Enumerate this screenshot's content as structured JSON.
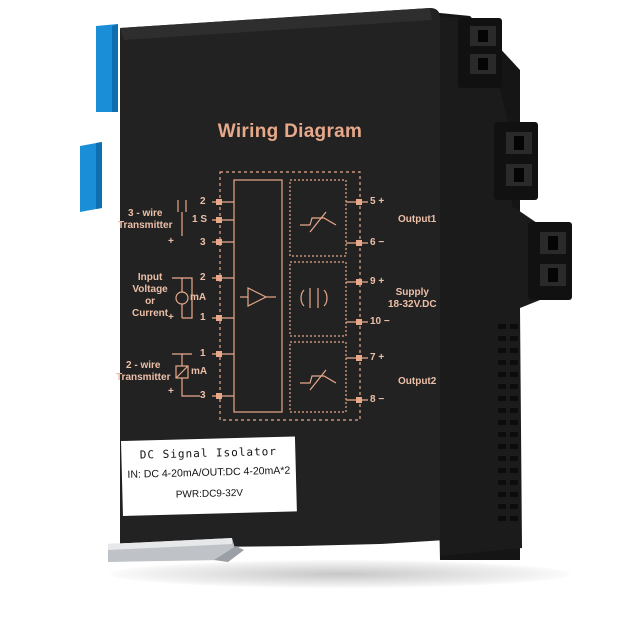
{
  "diagram_title": "Wiring Diagram",
  "left_groups": {
    "three_wire": {
      "line1": "3 - wire",
      "line2": "Transmitter",
      "pins": [
        "2",
        "1 S",
        "3"
      ],
      "sign": "+"
    },
    "input": {
      "line1": "Input",
      "line2": "Voltage",
      "line3": "or",
      "line4": "Current",
      "meter": "mA",
      "pins": [
        "2",
        "1"
      ],
      "sign": "+"
    },
    "two_wire": {
      "line1": "2 - wire",
      "line2": "Transmitter",
      "meter": "mA",
      "pins": [
        "1",
        "3"
      ],
      "sign": "+"
    }
  },
  "right_groups": {
    "output1": {
      "label": "Output1",
      "pins": [
        "5 +",
        "6 −"
      ]
    },
    "supply": {
      "line1": "Supply",
      "line2": "18-32V.DC",
      "pins": [
        "9 +",
        "10 −"
      ]
    },
    "output2": {
      "label": "Output2",
      "pins": [
        "7 +",
        "8 −"
      ]
    }
  },
  "product_label": {
    "line1": "DC Signal Isolator",
    "line2": "IN: DC  4-20mA/OUT:DC 4-20mA*2",
    "line3": "PWR:DC9-32V"
  },
  "colors": {
    "housing": "#1f1f1f",
    "print": "#e8a98a",
    "clip": "#1a8fd8",
    "label": "#ffffff"
  }
}
